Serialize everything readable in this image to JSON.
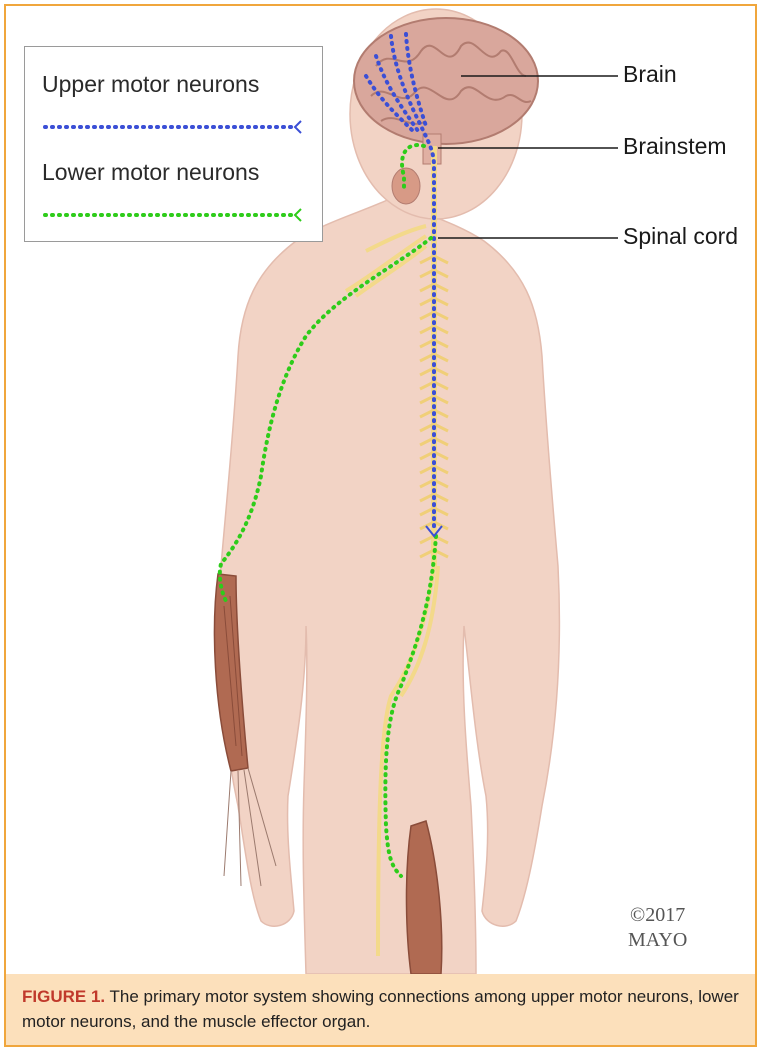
{
  "legend": {
    "upper_label": "Upper motor neurons",
    "upper_color": "#3b4fd6",
    "lower_label": "Lower motor neurons",
    "lower_color": "#2ecc1a"
  },
  "callouts": {
    "brain": "Brain",
    "brainstem": "Brainstem",
    "spinal_cord": "Spinal cord"
  },
  "copyright": {
    "line1": "©2017",
    "line2": "MAYO"
  },
  "caption": {
    "label": "FIGURE 1.",
    "text": " The primary motor system showing connections among upper motor neurons, lower motor neurons, and the muscle effector organ."
  },
  "colors": {
    "frame": "#f0a63c",
    "caption_bg": "#fce0bb",
    "skin": "#f2d3c5",
    "nerve": "#f3d98a",
    "brain": "#d9a79c",
    "muscle": "#b06a52"
  }
}
